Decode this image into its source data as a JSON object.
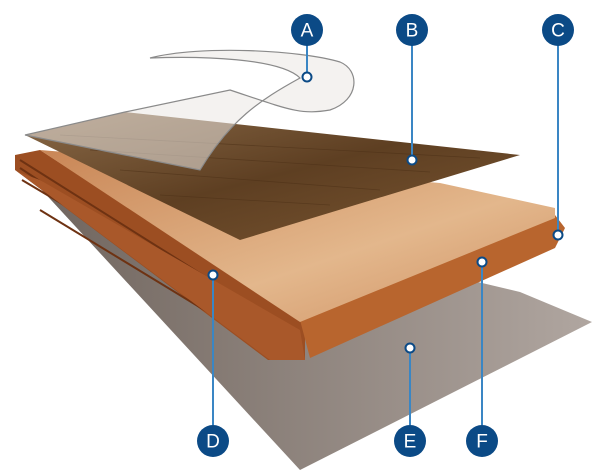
{
  "colors": {
    "badge": "#0b4a86",
    "leader": "#3a86c4",
    "backing": "#8a7f78",
    "core_top": "#d7a170",
    "core_side": "#b8652e",
    "decor": "#6a4727"
  },
  "callouts": [
    {
      "id": "a",
      "label": "A"
    },
    {
      "id": "b",
      "label": "B"
    },
    {
      "id": "c",
      "label": "C"
    },
    {
      "id": "d",
      "label": "D"
    },
    {
      "id": "e",
      "label": "E"
    },
    {
      "id": "f",
      "label": "F"
    }
  ]
}
